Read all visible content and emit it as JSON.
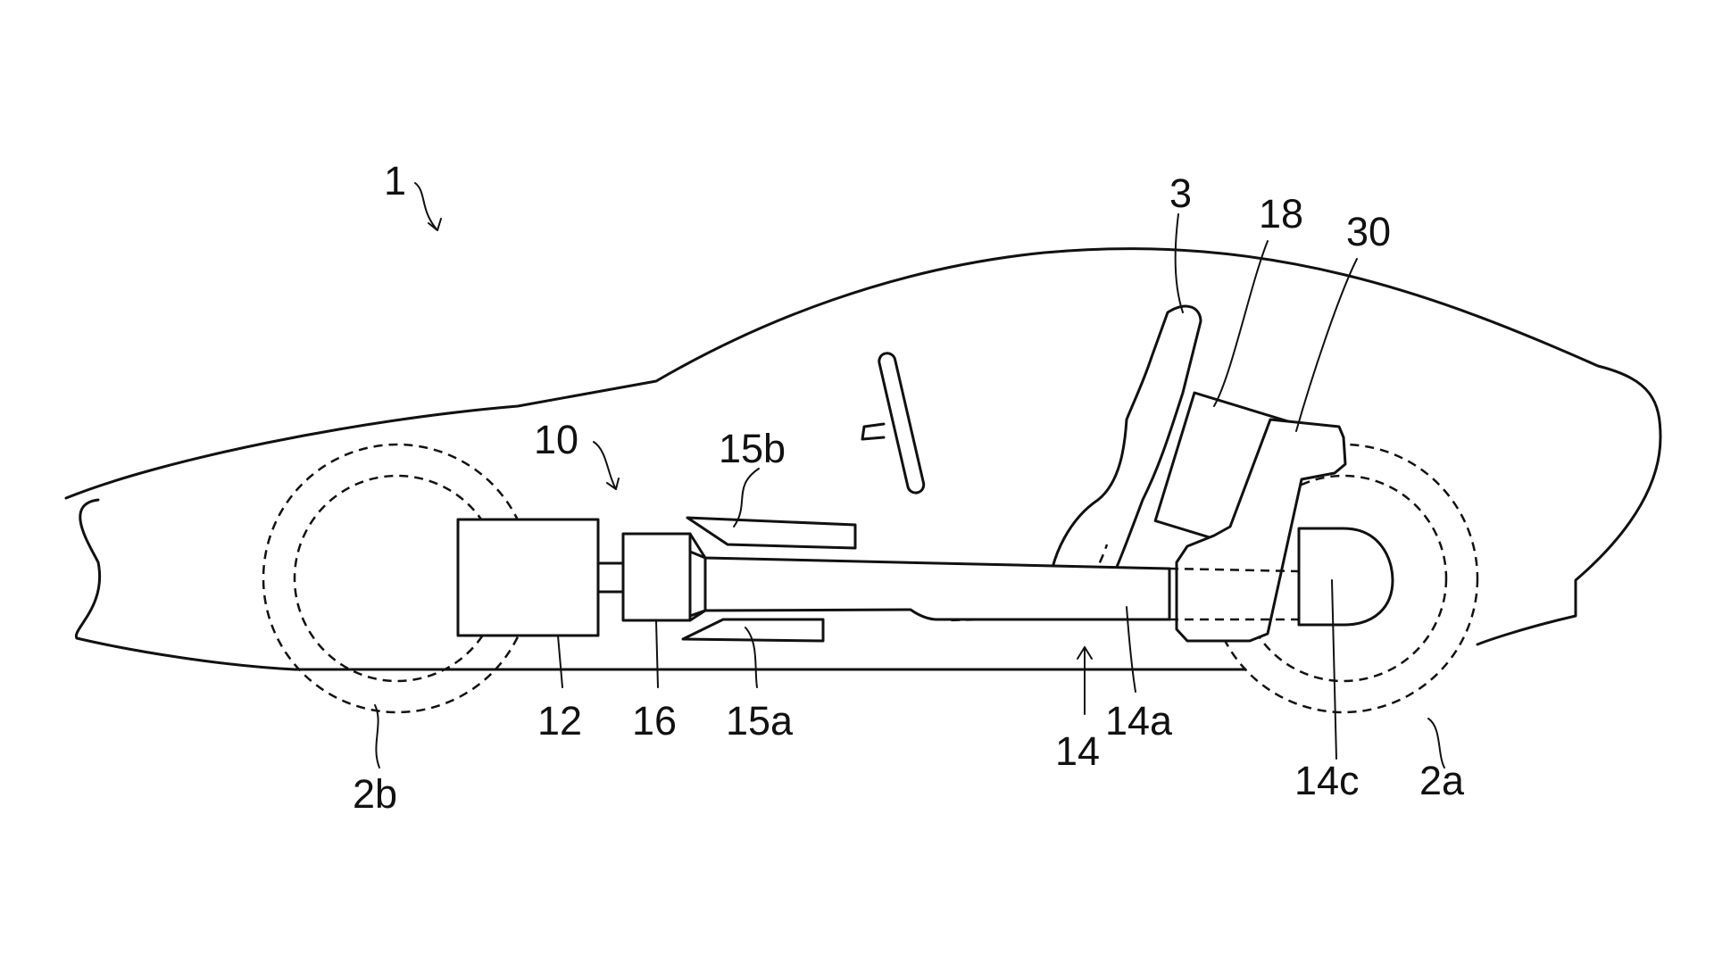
{
  "figure": {
    "type": "patent-drawing",
    "subject": "vehicle side view",
    "labels": {
      "vehicle": "1",
      "seat": "3",
      "front_wheel": "2b",
      "rear_wheel": "2a",
      "powertrain": "10",
      "engine": "12",
      "transmission": "16",
      "exhaust_lower": "15a",
      "exhaust_upper": "15b",
      "torque_tube_assembly": "14",
      "torque_tube": "14a",
      "rear_unit": "14c",
      "battery": "18",
      "subframe": "30"
    }
  }
}
